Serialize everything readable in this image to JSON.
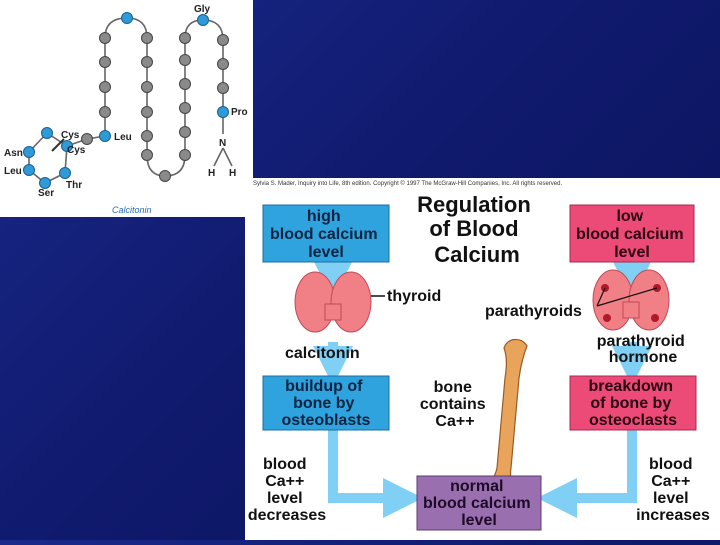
{
  "calcitonin_panel": {
    "caption": "Calcitonin",
    "residues": {
      "gly": "Gly",
      "pro": "Pro",
      "leu_top": "Leu",
      "cys1": "Cys",
      "cys2": "Cys",
      "asn": "Asn",
      "leu_left": "Leu",
      "ser": "Ser",
      "thr": "Thr",
      "n": "N",
      "h1": "H",
      "h2": "H"
    }
  },
  "regulation_panel": {
    "copyright": "Sylvia S. Mader, Inquiry into Life, 8th edition. Copyright © 1997 The McGraw-Hill Companies, Inc. All rights reserved.",
    "title": [
      "Regulation",
      "of Blood",
      "Calcium"
    ],
    "high_box": [
      "high",
      "blood calcium",
      "level"
    ],
    "low_box": [
      "low",
      "blood calcium",
      "level"
    ],
    "thyroid": "thyroid",
    "parathyroids": "parathyroids",
    "calcitonin": "calcitonin",
    "pth": [
      "parathyroid",
      "hormone"
    ],
    "buildup_box": [
      "buildup of",
      "bone by",
      "osteoblasts"
    ],
    "breakdown_box": [
      "breakdown",
      "of bone by",
      "osteoclasts"
    ],
    "bone_text": [
      "bone",
      "contains",
      "Ca++"
    ],
    "left_result": [
      "blood",
      "Ca++",
      "level",
      "decreases"
    ],
    "right_result": [
      "blood",
      "Ca++",
      "level",
      "increases"
    ],
    "normal_box": [
      "normal",
      "blood calcium",
      "level"
    ],
    "colors": {
      "blue_box": "#2fa3de",
      "pink_box": "#ec4a77",
      "purple_box": "#9a6fb0",
      "arrow": "#7fd0f4",
      "gland": "#f07f86"
    }
  }
}
